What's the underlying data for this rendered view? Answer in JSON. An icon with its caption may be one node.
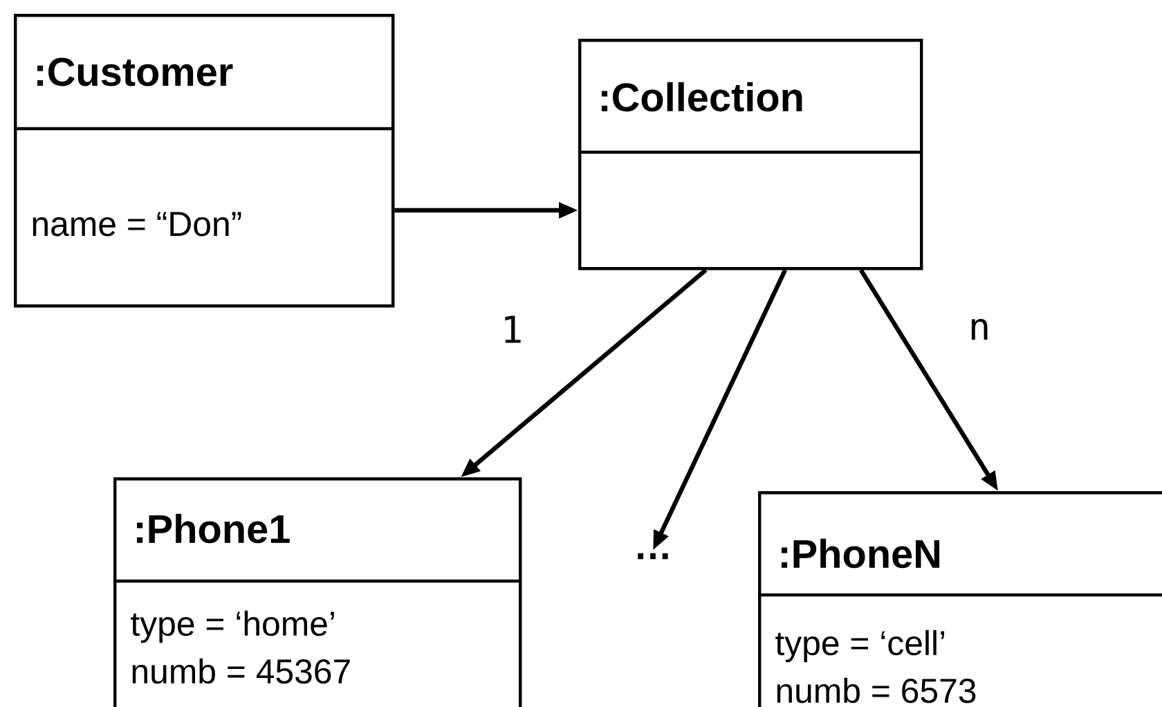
{
  "diagram": {
    "nodes": [
      {
        "text": [
          ":Customer",
          "name = “Don”"
        ]
      },
      {
        "text": [
          ":Collection"
        ]
      },
      {
        "text": [
          ":Phone1",
          "type = ‘home’",
          "numb = 45367"
        ]
      },
      {
        "text": [
          "…"
        ]
      },
      {
        "text": [
          ":PhoneN",
          "type = ‘cell’",
          "numb = 6573"
        ]
      }
    ],
    "edges": [
      {
        "from": 0,
        "to": 1,
        "arrow": "to"
      },
      {
        "from": 1,
        "to": 2,
        "arrow": "to",
        "label": "1"
      },
      {
        "from": 1,
        "to": 3,
        "arrow": "to"
      },
      {
        "from": 1,
        "to": 4,
        "arrow": "to",
        "label": "n"
      }
    ]
  }
}
